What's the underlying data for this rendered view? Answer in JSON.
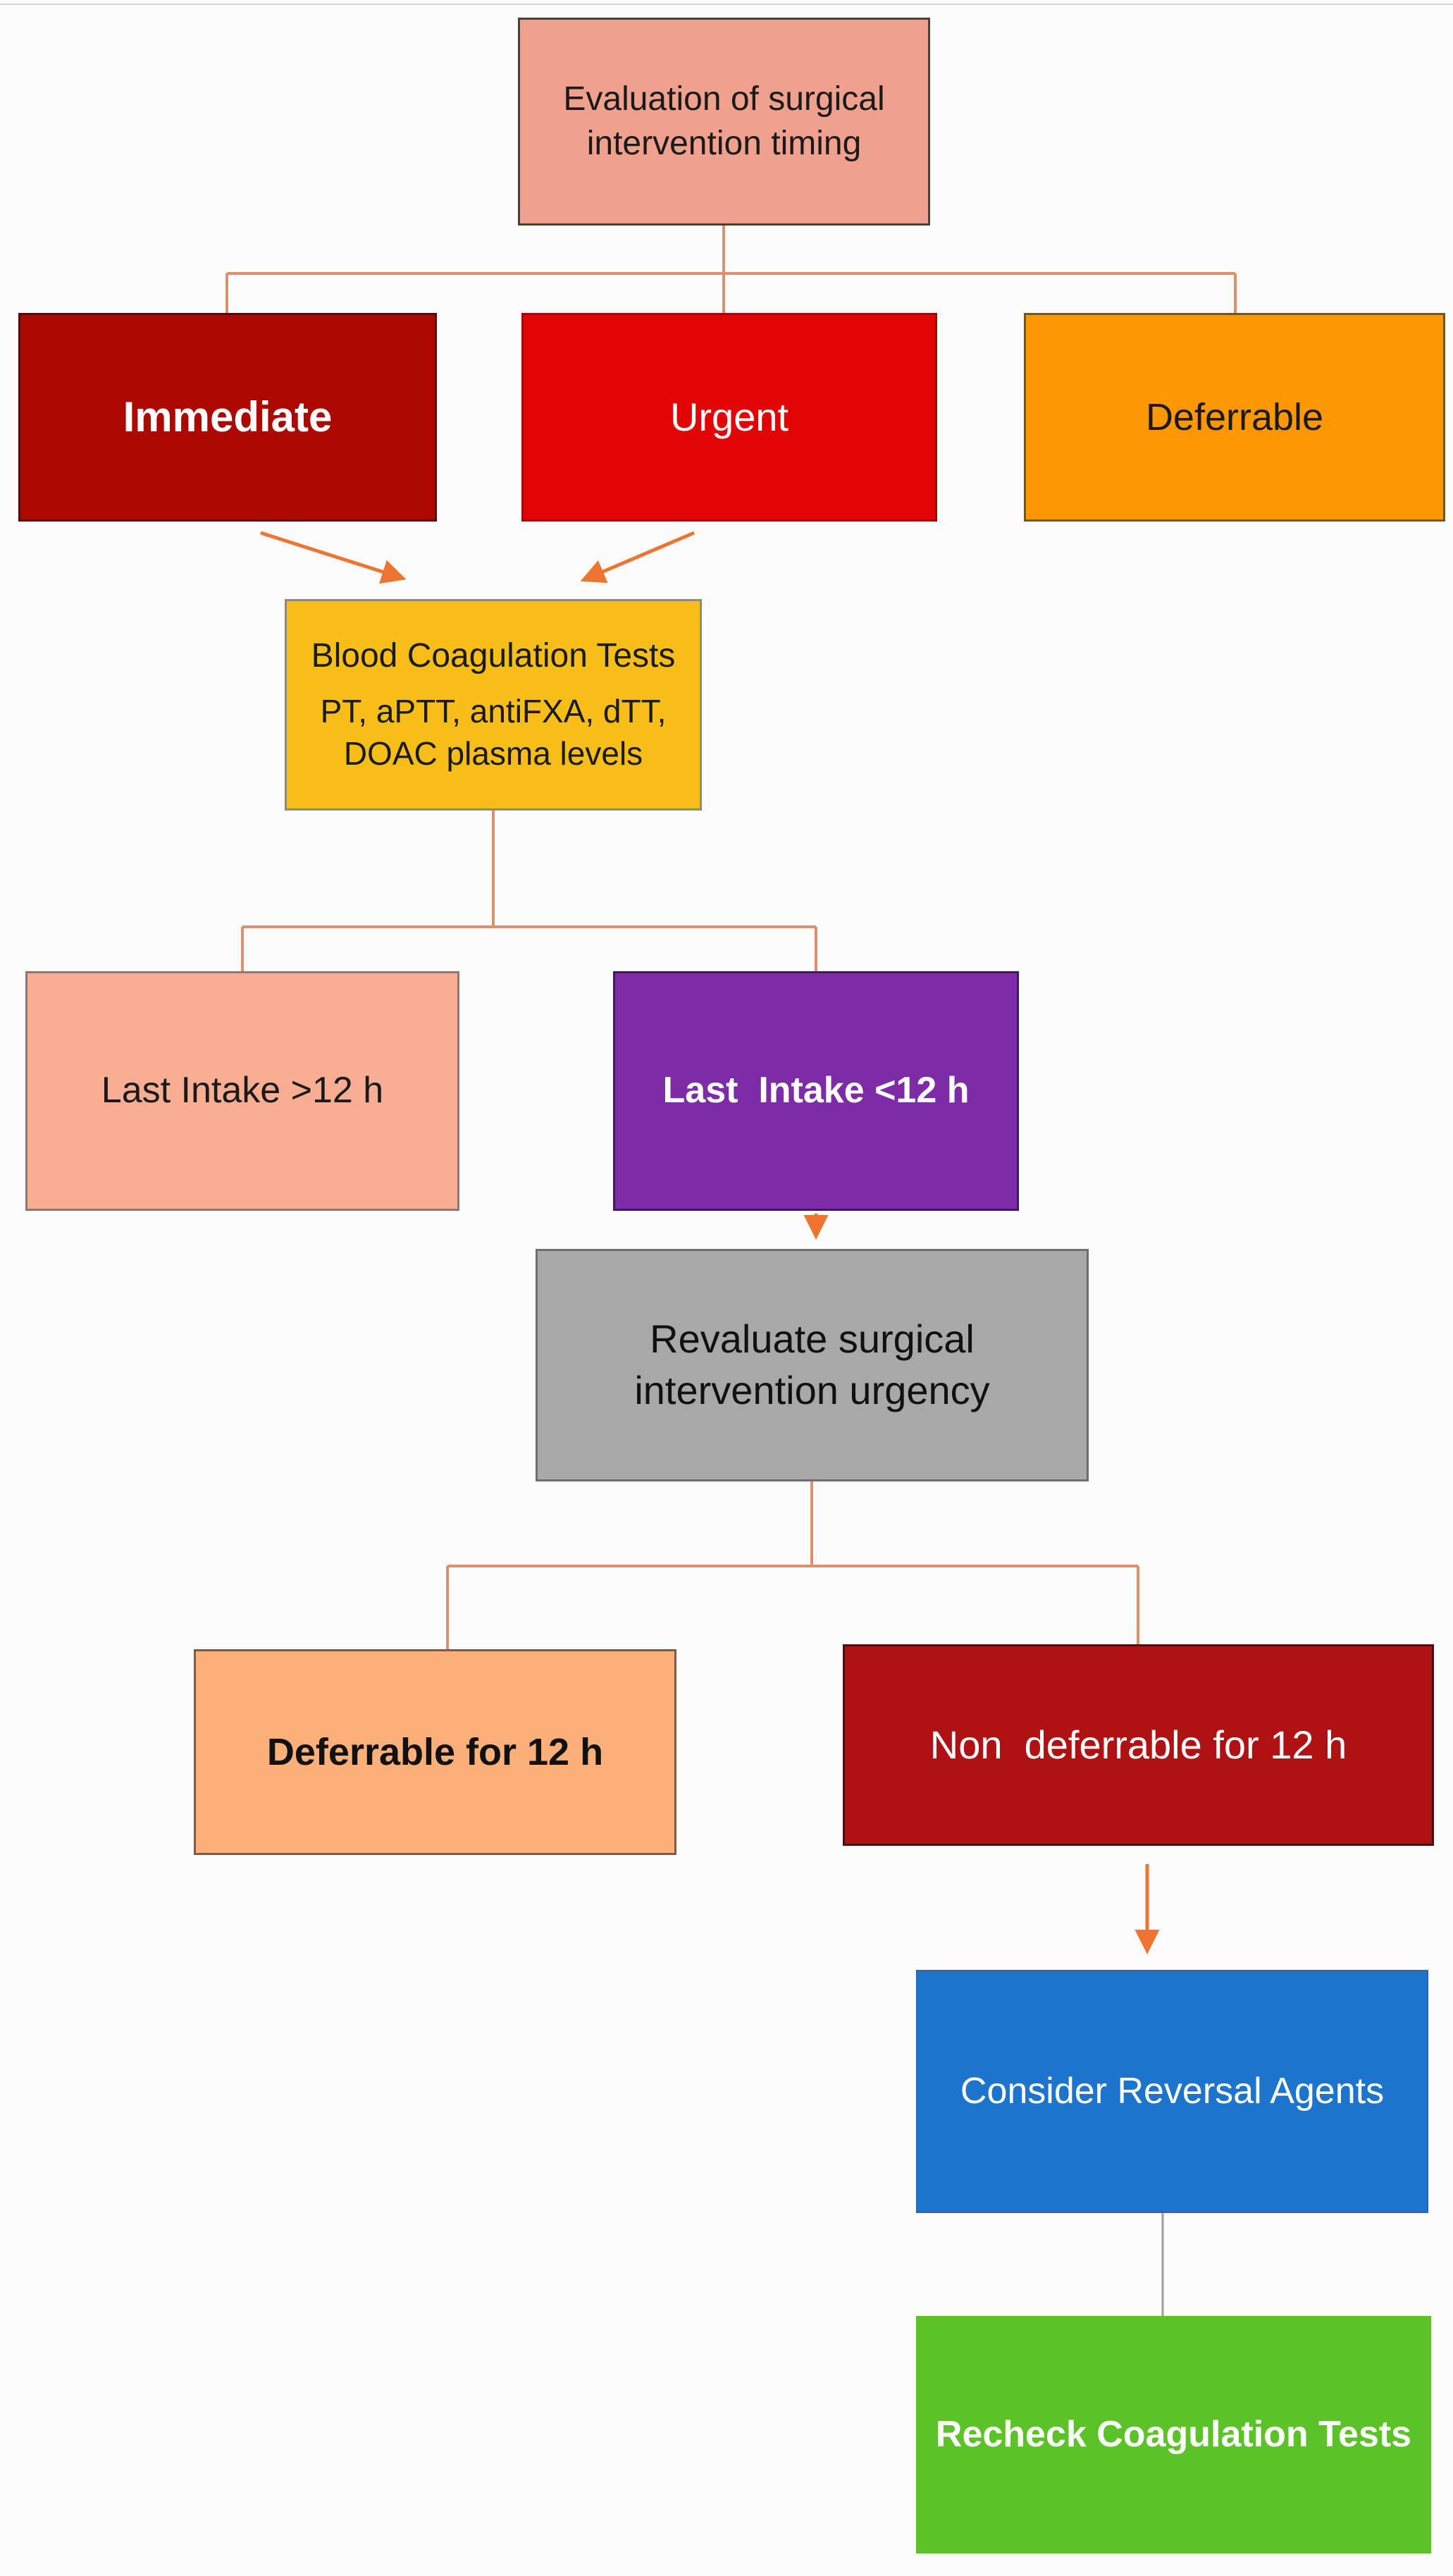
{
  "diagram_title": "Evaluation of surgical intervention timing flowchart",
  "nodes": {
    "evaluation": {
      "label": "Evaluation of surgical intervention timing",
      "bg": "#EFA18D",
      "text": "#1A1A1A"
    },
    "immediate": {
      "label": "Immediate",
      "bg": "#AC0903",
      "text": "#FFFFFF"
    },
    "urgent": {
      "label": "Urgent",
      "bg": "#E30505",
      "text": "#FFFFFF"
    },
    "deferrable": {
      "label": "Deferrable",
      "bg": "#FD9703",
      "text": "#1A1A1A"
    },
    "coag_tests": {
      "title": "Blood Coagulation Tests",
      "subtitle": "PT, aPTT, antiFXA, dTT, DOAC plasma levels",
      "bg": "#F6BE16",
      "text": "#1A1A1A"
    },
    "intake_gt12": {
      "label": "Last Intake >12 h",
      "bg": "#F9AE94",
      "text": "#1A1A1A"
    },
    "intake_lt12": {
      "label": "Last  Intake <12 h",
      "bg": "#7E2BA8",
      "text": "#FFFFFF"
    },
    "revaluate": {
      "label": "Revaluate surgical intervention urgency",
      "bg": "#A8A8A8",
      "text": "#111111"
    },
    "deferrable_12h": {
      "label": "Deferrable for 12 h",
      "bg": "#FBAF79",
      "text": "#111111"
    },
    "non_deferrable_12h": {
      "label": "Non  deferrable for 12 h",
      "bg": "#B01112",
      "text": "#FFFFFF"
    },
    "reversal_agents": {
      "label": "Consider Reversal Agents",
      "bg": "#1C74CC",
      "text": "#FFFFFF"
    },
    "recheck_tests": {
      "label": "Recheck Coagulation Tests",
      "bg": "#5BC228",
      "text": "#FFFFFF"
    }
  },
  "connectors": {
    "tree_color": "#DF8F6A",
    "arrow_color": "#ED7431",
    "plain_color": "#9E9E9E",
    "hairline_color": "#D8D8D8"
  }
}
